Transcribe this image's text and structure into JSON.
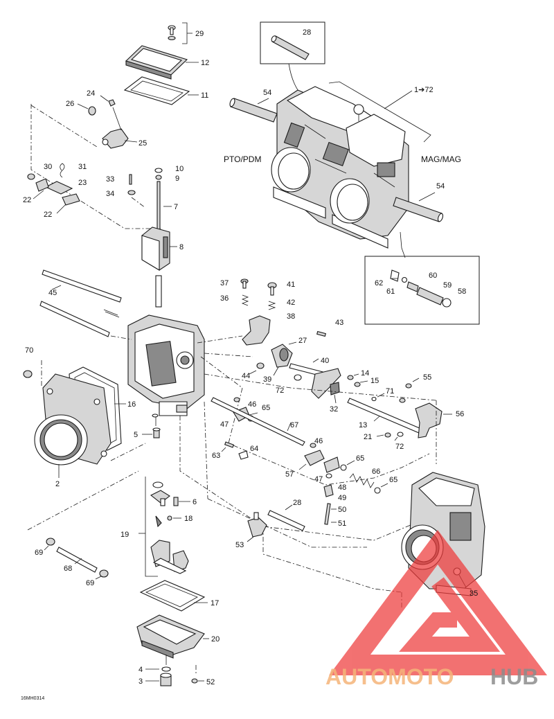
{
  "labels": {
    "pto": "PTO/PDM",
    "mag": "MAG/MAG",
    "range": "1➔72",
    "code": "16MH0314"
  },
  "callouts": [
    "1",
    "2",
    "3",
    "4",
    "5",
    "6",
    "7",
    "8",
    "9",
    "10",
    "11",
    "12",
    "13",
    "14",
    "15",
    "16",
    "17",
    "18",
    "19",
    "20",
    "21",
    "22",
    "22",
    "23",
    "24",
    "25",
    "26",
    "27",
    "28",
    "28",
    "29",
    "30",
    "31",
    "32",
    "33",
    "34",
    "35",
    "36",
    "37",
    "38",
    "39",
    "40",
    "41",
    "42",
    "43",
    "44",
    "45",
    "46",
    "46",
    "47",
    "47",
    "48",
    "49",
    "50",
    "51",
    "52",
    "53",
    "54",
    "54",
    "55",
    "56",
    "57",
    "58",
    "59",
    "60",
    "61",
    "62",
    "63",
    "64",
    "65",
    "65",
    "65",
    "66",
    "67",
    "68",
    "69",
    "69",
    "70",
    "71",
    "72",
    "72"
  ],
  "watermark": {
    "part1": "AUTOMOTO",
    "part2": "HUB",
    "color1": "#f5b57a",
    "color2": "#8c8c8c",
    "logo_color": "#ee3b3b"
  }
}
